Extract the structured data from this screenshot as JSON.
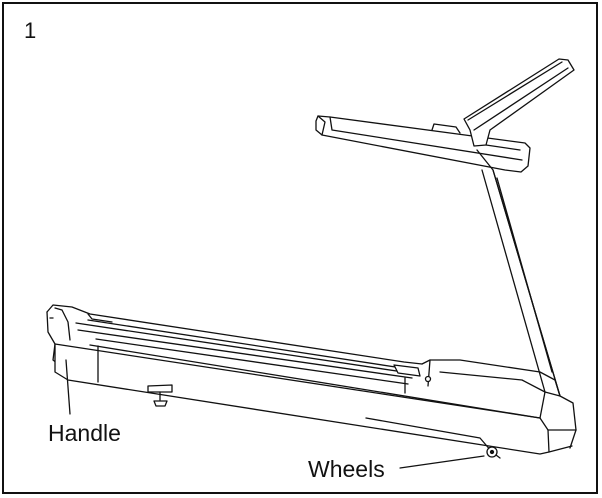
{
  "figure": {
    "step_number": "1",
    "labels": {
      "handle": "Handle",
      "wheels": "Wheels"
    },
    "colors": {
      "line": "#111111",
      "background": "#ffffff"
    }
  }
}
